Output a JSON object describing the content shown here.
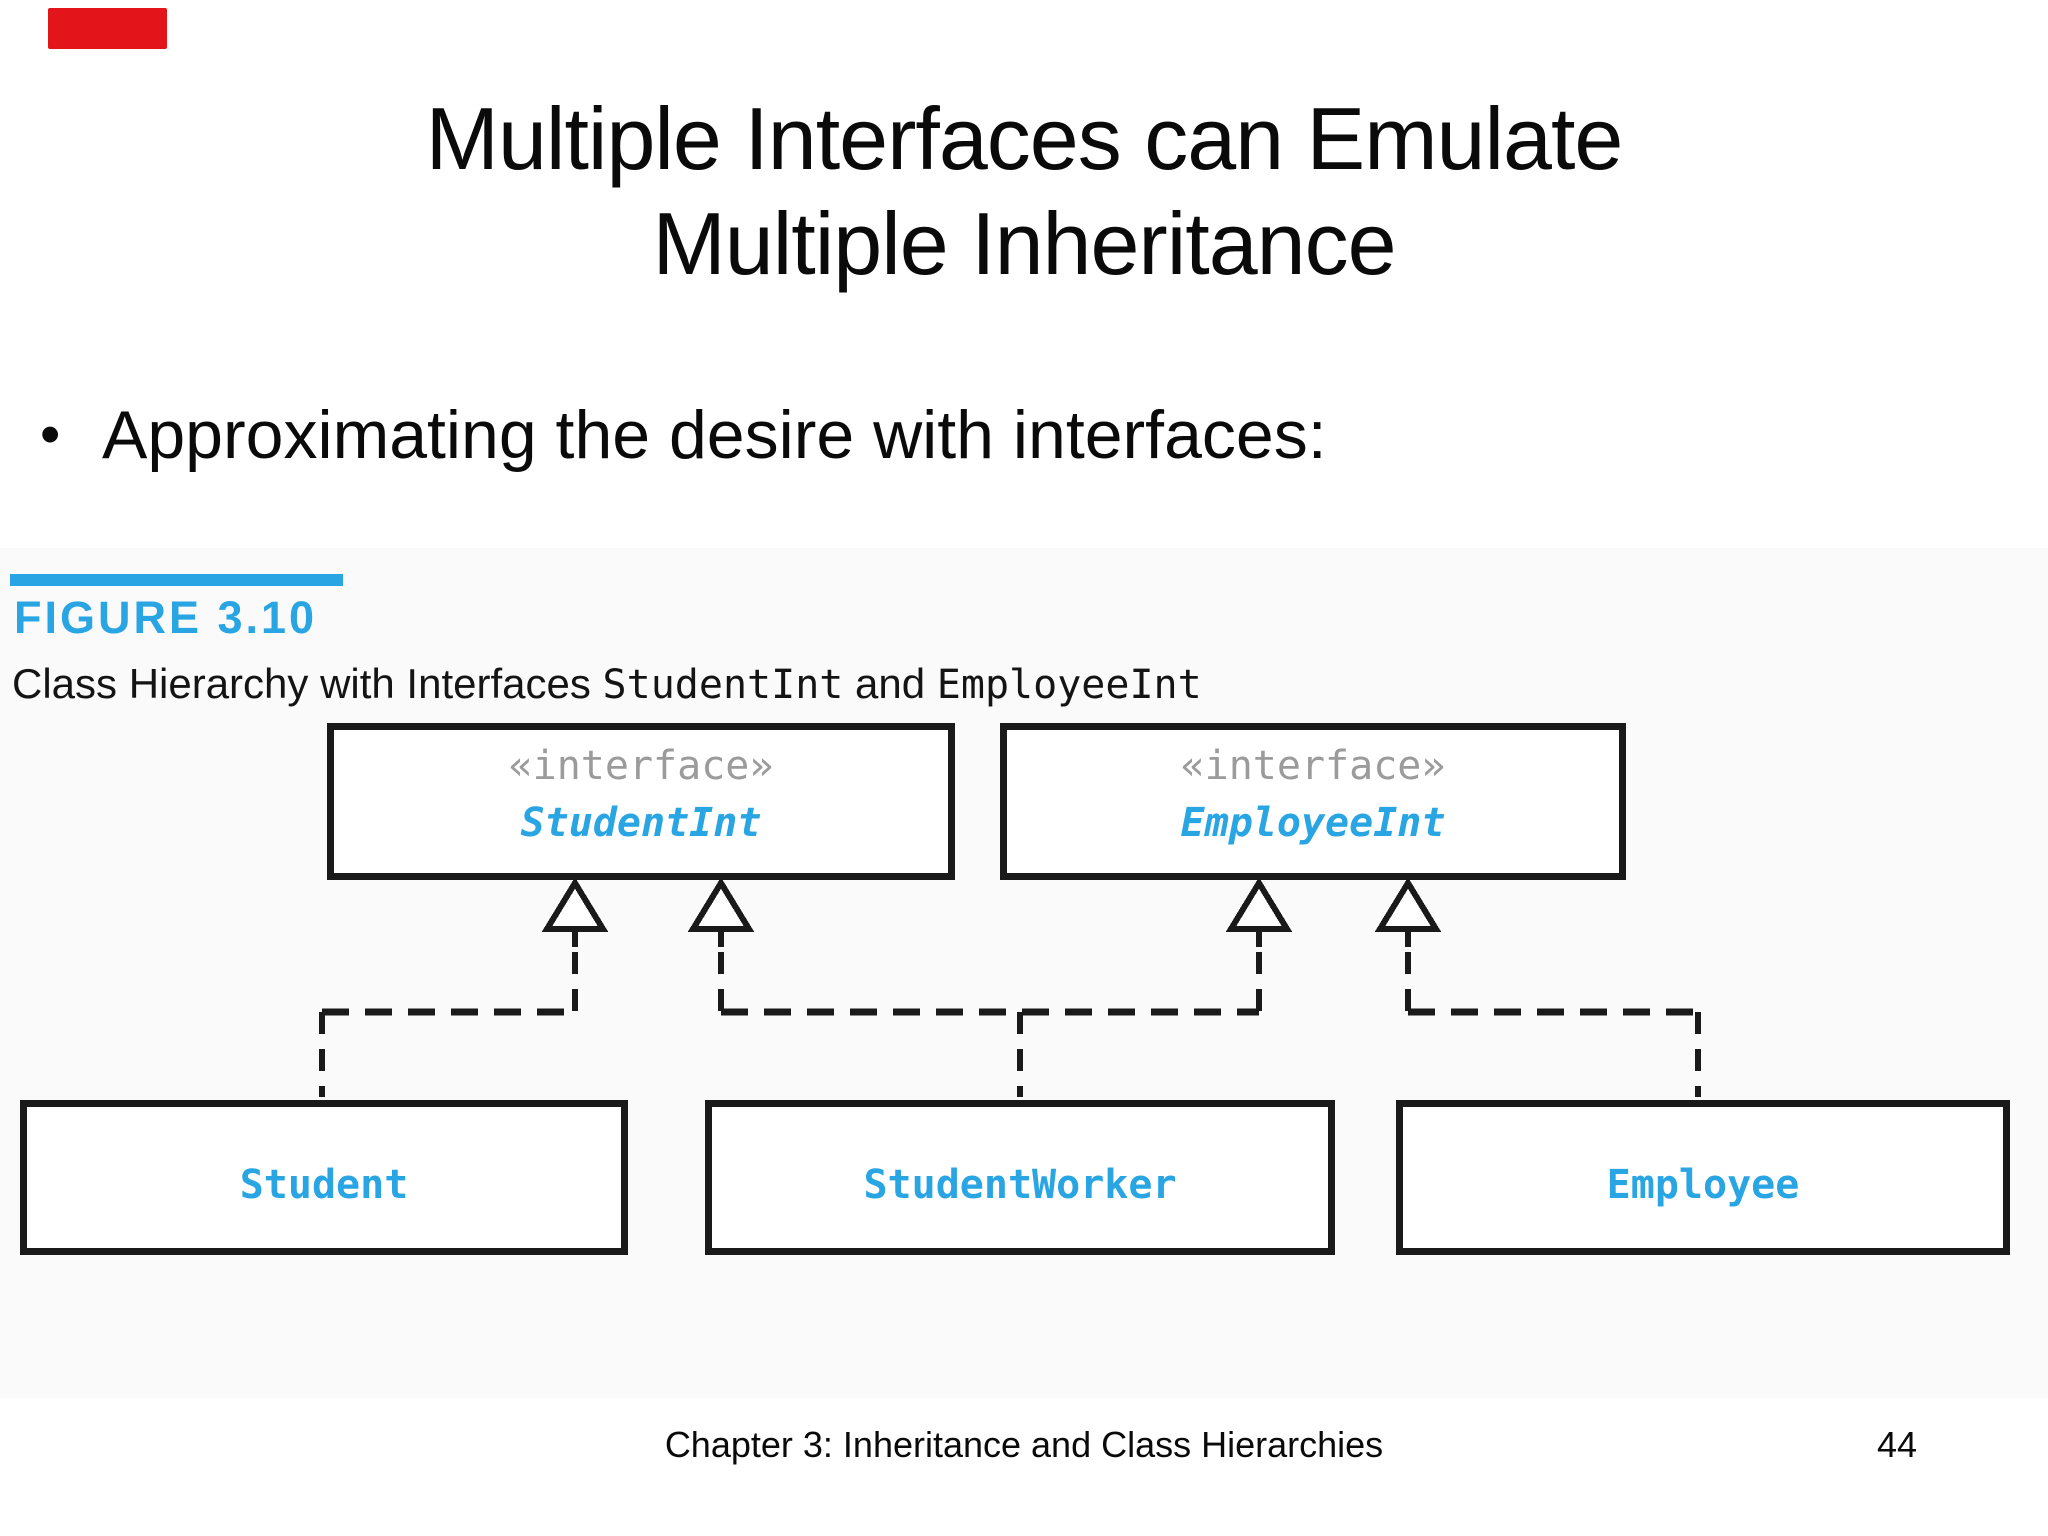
{
  "slide": {
    "title_line1": "Multiple Interfaces can Emulate",
    "title_line2": "Multiple Inheritance",
    "bullet_glyph": "•",
    "bullet_text": "Approximating the desire with interfaces:",
    "footer_text": "Chapter 3: Inheritance and Class Hierarchies",
    "page_number": "44"
  },
  "figure": {
    "label": "FIGURE 3.10",
    "caption_prefix": "Class Hierarchy with Interfaces ",
    "caption_id1": "StudentInt",
    "caption_and": " and ",
    "caption_id2": "EmployeeInt"
  },
  "diagram": {
    "interface_stereotype": "«interface»",
    "interfaces": [
      {
        "name": "StudentInt"
      },
      {
        "name": "EmployeeInt"
      }
    ],
    "classes": [
      {
        "name": "Student"
      },
      {
        "name": "StudentWorker"
      },
      {
        "name": "Employee"
      }
    ],
    "relations": [
      {
        "from": "Student",
        "to": "StudentInt",
        "type": "realization"
      },
      {
        "from": "StudentWorker",
        "to": "StudentInt",
        "type": "realization"
      },
      {
        "from": "StudentWorker",
        "to": "EmployeeInt",
        "type": "realization"
      },
      {
        "from": "Employee",
        "to": "EmployeeInt",
        "type": "realization"
      }
    ]
  },
  "colors": {
    "accent_blue": "#28a5e2",
    "stereotype_gray": "#9b9b9b",
    "line_black": "#1a1a1a",
    "record_red": "#e3141a"
  }
}
